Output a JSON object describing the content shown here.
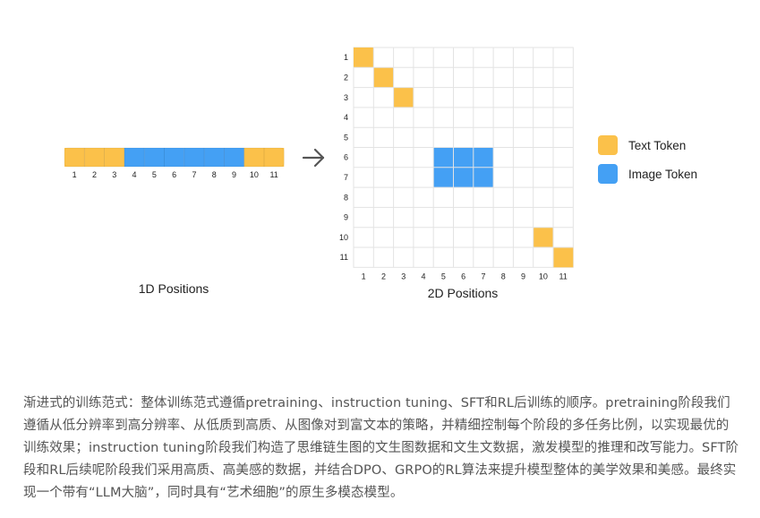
{
  "diagram": {
    "one_d": {
      "title": "1D Positions",
      "cells": [
        {
          "type": "text",
          "label": "1"
        },
        {
          "type": "text",
          "label": "2"
        },
        {
          "type": "text",
          "label": "3"
        },
        {
          "type": "image",
          "label": "4"
        },
        {
          "type": "image",
          "label": "5"
        },
        {
          "type": "image",
          "label": "6"
        },
        {
          "type": "image",
          "label": "7"
        },
        {
          "type": "image",
          "label": "8"
        },
        {
          "type": "image",
          "label": "9"
        },
        {
          "type": "text",
          "label": "10"
        },
        {
          "type": "text",
          "label": "11"
        }
      ]
    },
    "two_d": {
      "title": "2D Positions",
      "size": 11,
      "row_labels": [
        "1",
        "2",
        "3",
        "4",
        "5",
        "6",
        "7",
        "8",
        "9",
        "10",
        "11"
      ],
      "col_labels": [
        "1",
        "2",
        "3",
        "4",
        "5",
        "6",
        "7",
        "8",
        "9",
        "10",
        "11"
      ],
      "text_cells": [
        [
          1,
          1
        ],
        [
          2,
          2
        ],
        [
          3,
          3
        ],
        [
          10,
          10
        ],
        [
          11,
          11
        ]
      ],
      "image_block": {
        "rows": [
          6,
          7
        ],
        "cols": [
          5,
          7
        ]
      }
    },
    "legend": [
      {
        "label": "Text Token",
        "color": "#FBC14A"
      },
      {
        "label": "Image Token",
        "color": "#44A0F4"
      }
    ],
    "colors": {
      "text": "#FBC14A",
      "image": "#44A0F4",
      "grid": "#E3E3E3",
      "arrow": "#555555"
    }
  },
  "caption": "渐进式的训练范式：整体训练范式遵循pretraining、instruction tuning、SFT和RL后训练的顺序。pretraining阶段我们遵循从低分辨率到高分辨率、从低质到高质、从图像对到富文本的策略，并精细控制每个阶段的多任务比例，以实现最优的训练效果；instruction tuning阶段我们构造了思维链生图的文生图数据和文生文数据，激发模型的推理和改写能力。SFT阶段和RL后续呢阶段我们采用高质、高美感的数据，并结合DPO、GRPO的RL算法来提升模型整体的美学效果和美感。最终实现一个带有“LLM大脑”，同时具有“艺术细胞”的原生多模态模型。"
}
